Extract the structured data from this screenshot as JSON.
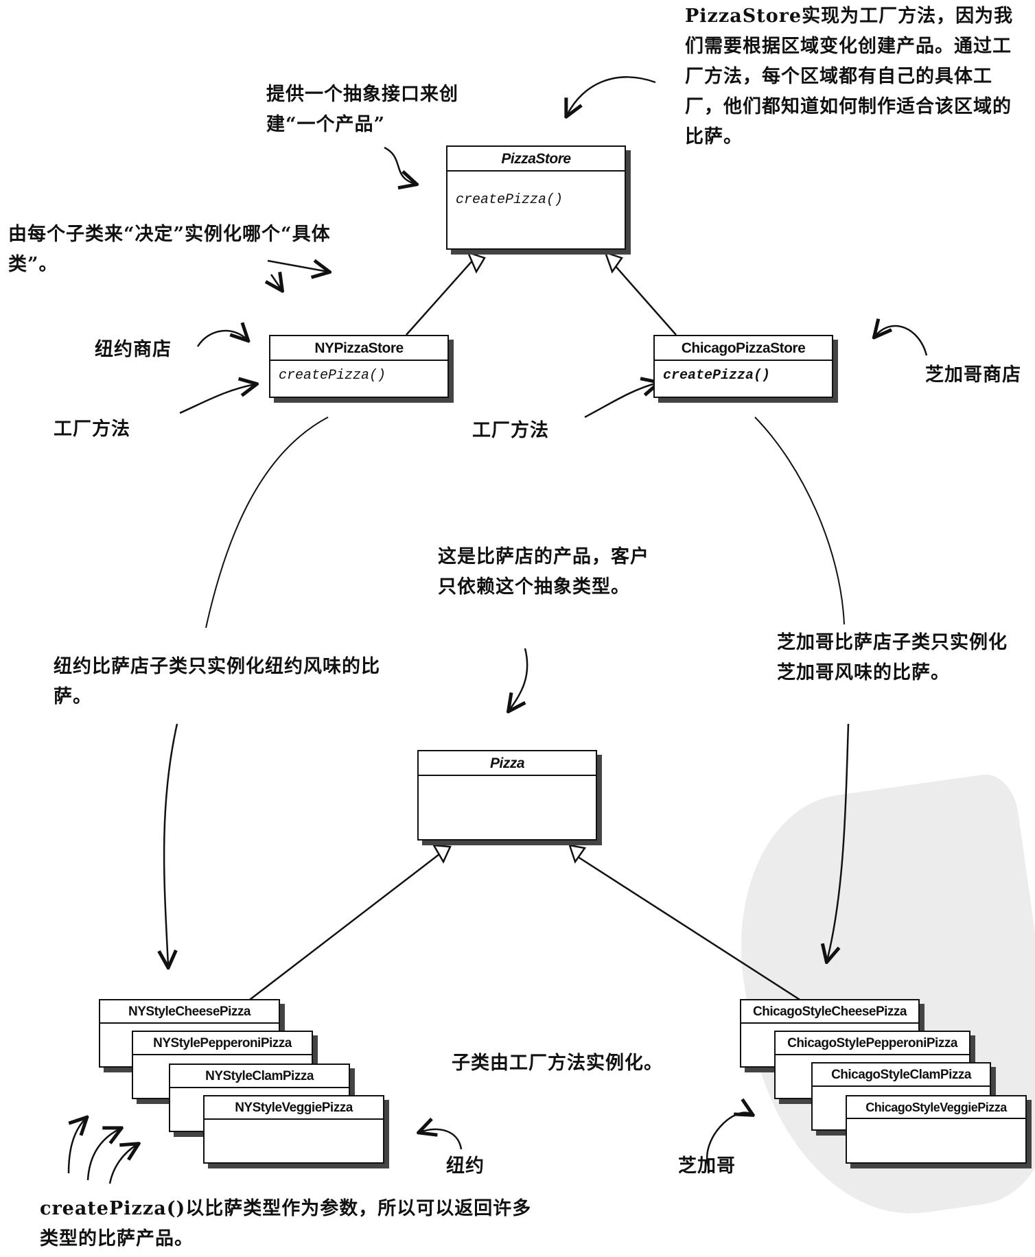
{
  "notes": {
    "pizzastore_role": "PizzaStore实现为工厂方法，因为我们需要根据区域变化创建产品。通过工厂方法，每个区域都有自己的具体工厂，他们都知道如何制作适合该区域的比萨。",
    "abstract_interface": "提供一个抽象接口来创建“一个产品”",
    "subclass_decides": "由每个子类来“决定”实例化哪个“具体类”。",
    "ny_store": "纽约商店",
    "factory_method_left": "工厂方法",
    "factory_method_right": "工厂方法",
    "chicago_store": "芝加哥商店",
    "pizza_product": "这是比萨店的产品，客户只依赖这个抽象类型。",
    "ny_subclass": "纽约比萨店子类只实例化纽约风味的比萨。",
    "chicago_subclass": "芝加哥比萨店子类只实例化芝加哥风味的比萨。",
    "subclasses_instantiated": "子类由工厂方法实例化。",
    "ny_label": "纽约",
    "chicago_label": "芝加哥",
    "create_pizza_param": "createPizza()以比萨类型作为参数，所以可以返回许多类型的比萨产品。"
  },
  "classes": {
    "pizza_store": {
      "name": "PizzaStore",
      "method": "createPizza()"
    },
    "ny_pizza_store": {
      "name": "NYPizzaStore",
      "method": "createPizza()"
    },
    "chicago_pizza_store": {
      "name": "ChicagoPizzaStore",
      "method": "createPizza()"
    },
    "pizza": {
      "name": "Pizza"
    },
    "ny_products": [
      "NYStyleCheesePizza",
      "NYStylePepperoniPizza",
      "NYStyleClamPizza",
      "NYStyleVeggiePizza"
    ],
    "chicago_products": [
      "ChicagoStyleCheesePizza",
      "ChicagoStylePepperoniPizza",
      "ChicagoStyleClamPizza",
      "ChicagoStyleVeggiePizza"
    ]
  }
}
